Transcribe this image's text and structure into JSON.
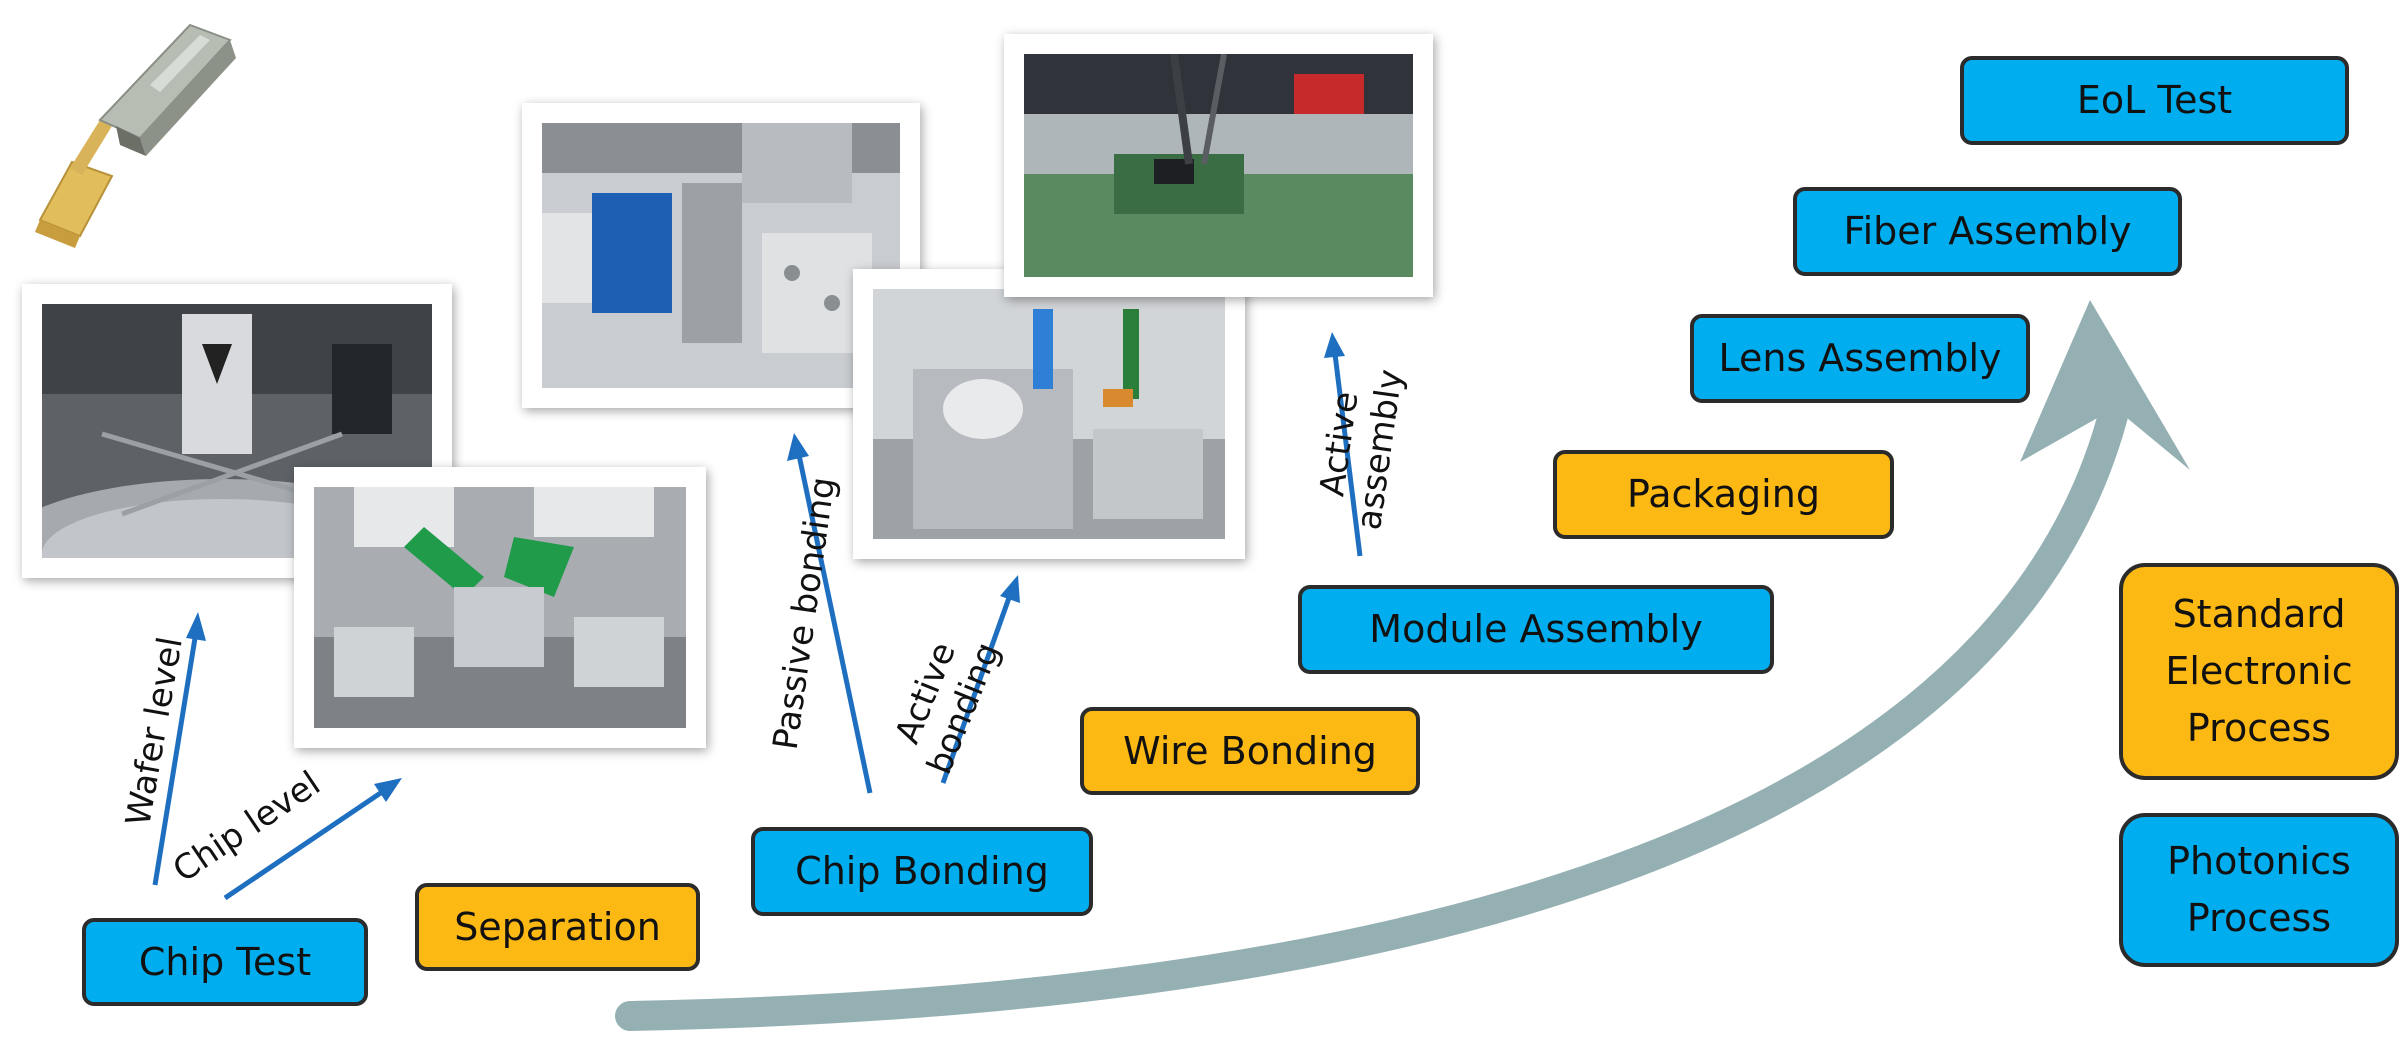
{
  "process_steps": {
    "chip_test": "Chip Test",
    "separation": "Separation",
    "chip_bonding": "Chip Bonding",
    "wire_bonding": "Wire Bonding",
    "module_assembly": "Module Assembly",
    "packaging": "Packaging",
    "lens_assembly": "Lens Assembly",
    "fiber_assembly": "Fiber Assembly",
    "eol_test": "EoL Test"
  },
  "arrow_labels": {
    "wafer_level": "Wafer level",
    "chip_level": "Chip level",
    "passive_bonding": "Passive bonding",
    "active_bonding_1": "Active",
    "active_bonding_2": "bonding",
    "active_assembly_1": "Active",
    "active_assembly_2": "assembly"
  },
  "legend": {
    "electronic_1": "Standard",
    "electronic_2": "Electronic",
    "electronic_3": "Process",
    "photonics_1": "Photonics",
    "photonics_2": "Process"
  },
  "colors": {
    "photonics_blue": "#00aeef",
    "electronic_orange": "#fdb913",
    "arrow_blue": "#1f6fc0",
    "trend_arrow": "#95b0b3",
    "box_border": "#2b2b2b"
  }
}
